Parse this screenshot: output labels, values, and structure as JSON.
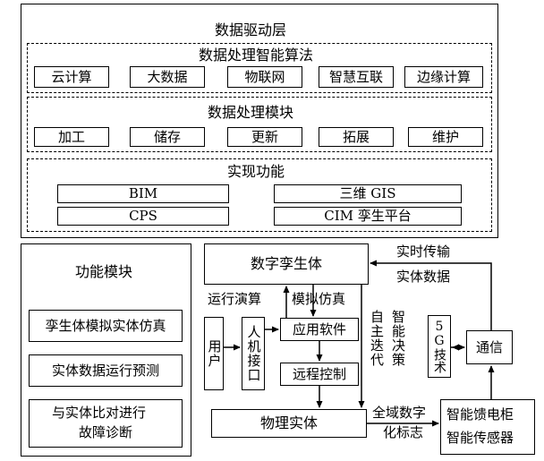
{
  "data_layer": {
    "title": "数据驱动层",
    "algorithms": {
      "title": "数据处理智能算法",
      "items": [
        "云计算",
        "大数据",
        "物联网",
        "智慧互联",
        "边缘计算"
      ]
    },
    "processing": {
      "title": "数据处理模块",
      "items": [
        "加工",
        "储存",
        "更新",
        "拓展",
        "维护"
      ]
    },
    "functions": {
      "title": "实现功能",
      "items": [
        "BIM",
        "三维 GIS",
        "CPS",
        "CIM 孪生平台"
      ]
    }
  },
  "function_module": {
    "title": "功能模块",
    "items": [
      "孪生体模拟实体仿真",
      "实体数据运行预测",
      "与实体比对进行",
      "故障诊断"
    ]
  },
  "flow": {
    "digital_twin": "数字孪生体",
    "realtime_transfer": "实时传输",
    "entity_data": "实体数据",
    "run_calc": "运行演算",
    "simulation": "模拟仿真",
    "user": "用户",
    "hmi": "人机接口",
    "app_software": "应用软件",
    "remote_control": "远程控制",
    "autonomous_iteration": "自主迭代",
    "smart_decision": "智能决策",
    "tech_5g": "5G技术",
    "communication": "通信",
    "physical_entity": "物理实体",
    "digital_mark_1": "全域数字",
    "digital_mark_2": "化标志",
    "cabinet": "智能馈电柜",
    "sensor": "智能传感器"
  }
}
